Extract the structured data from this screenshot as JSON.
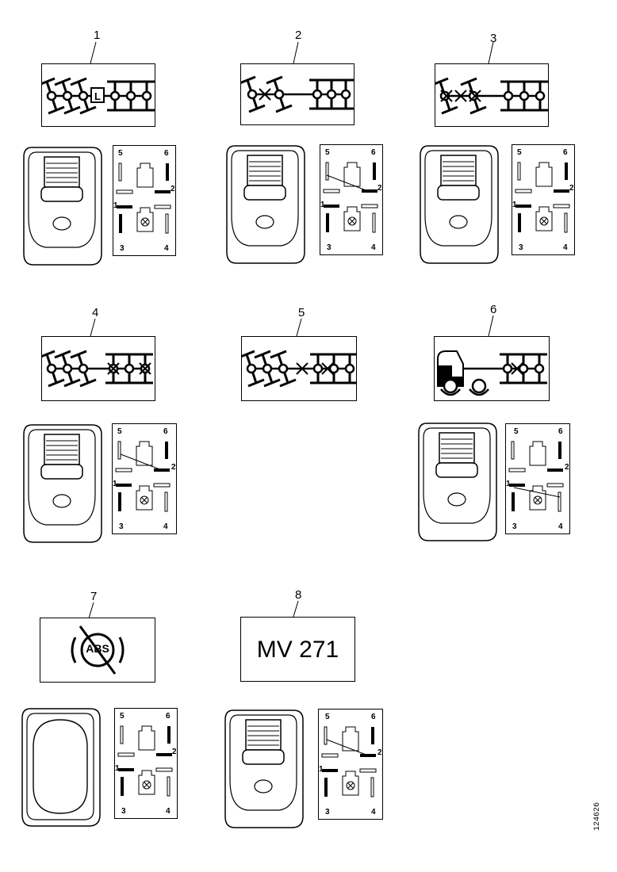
{
  "callouts": [
    "1",
    "2",
    "3",
    "4",
    "5",
    "6",
    "7",
    "8"
  ],
  "pins": [
    "1",
    "2",
    "3",
    "4",
    "5",
    "6"
  ],
  "label7": {
    "text": "ABS",
    "icon": "abs-disabled-icon"
  },
  "label8": {
    "text": "MV 271"
  },
  "serial": "124626"
}
